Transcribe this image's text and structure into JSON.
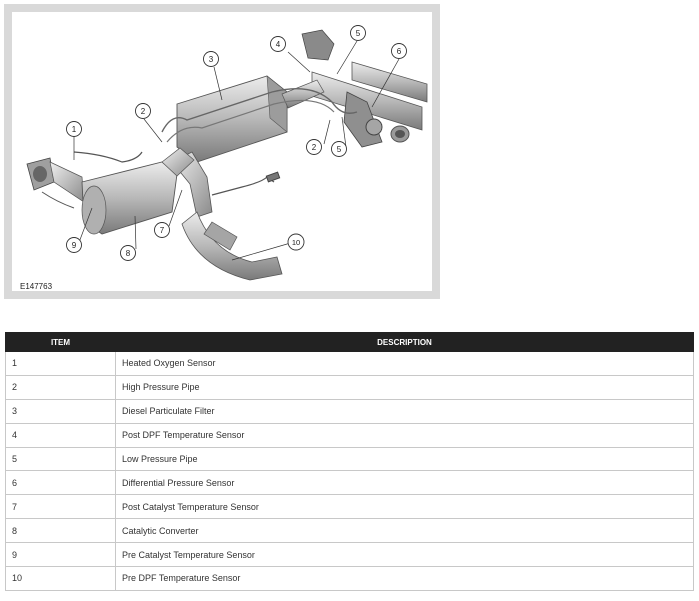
{
  "figure": {
    "id_label": "E147763",
    "callouts": [
      "1",
      "2",
      "3",
      "4",
      "5",
      "6",
      "7",
      "8",
      "9",
      "10",
      "2",
      "5"
    ]
  },
  "table": {
    "headers": [
      "ITEM",
      "DESCRIPTION"
    ],
    "rows": [
      {
        "item": "1",
        "description": "Heated Oxygen Sensor"
      },
      {
        "item": "2",
        "description": "High Pressure Pipe"
      },
      {
        "item": "3",
        "description": "Diesel Particulate Filter"
      },
      {
        "item": "4",
        "description": "Post DPF Temperature Sensor"
      },
      {
        "item": "5",
        "description": "Low Pressure Pipe"
      },
      {
        "item": "6",
        "description": "Differential Pressure Sensor"
      },
      {
        "item": "7",
        "description": "Post Catalyst Temperature Sensor"
      },
      {
        "item": "8",
        "description": "Catalytic Converter"
      },
      {
        "item": "9",
        "description": "Pre Catalyst Temperature Sensor"
      },
      {
        "item": "10",
        "description": "Pre DPF Temperature Sensor"
      }
    ]
  }
}
